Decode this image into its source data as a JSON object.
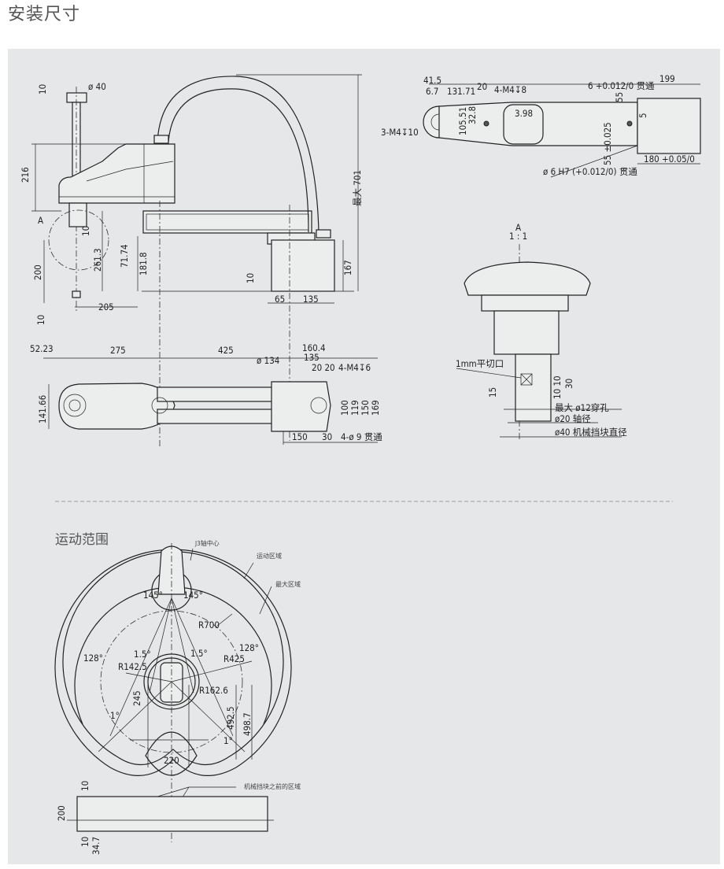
{
  "page_title": "安装尺寸",
  "motion_title": "运动范围",
  "side_view": {
    "d_10_top": "10",
    "d_phi40": "ø 40",
    "d_216": "216",
    "d_A": "A",
    "d_10_a": "10",
    "d_261_3": "261.3",
    "d_200": "200",
    "d_71_74": "71.74",
    "d_181_8": "181.8",
    "d_205": "205",
    "d_10_bottom": "10",
    "d_10_base": "10",
    "d_65": "65",
    "d_135": "135",
    "d_167": "167",
    "d_max701": "最大 701"
  },
  "top_view": {
    "d_52_23": "52.23",
    "d_275": "275",
    "d_425": "425",
    "d_160_4": "160.4",
    "d_135": "135",
    "d_phi134": "ø 134",
    "d_20_20": "20 20",
    "d_m4_6": "4-M4↧6",
    "d_141_66": "141.66",
    "d_100": "100",
    "d_119": "119",
    "d_150v": "150",
    "d_169": "169",
    "d_150": "150",
    "d_30": "30",
    "d_phi9": "4-ø 9 贯通"
  },
  "plan_view": {
    "d_41_5": "41.5",
    "d_6_7": "6.7",
    "d_131_71": "131.71",
    "d_20": "20",
    "d_m4_8": "4-M4↧8",
    "d_m4_10": "3-M4↧10",
    "d_105_51": "105.51",
    "d_32_8": "32.8",
    "d_3_98": "3.98",
    "d_6tol": "6 +0.012/0 贯通",
    "d_199": "199",
    "d_55a": "55",
    "d_5": "5",
    "d_55tol": "55 ±0.025",
    "d_180": "180 +0.05/0",
    "d_phi6": "ø 6 H7 (+0.012/0) 贯通"
  },
  "detail_a": {
    "label": "A",
    "scale": "1 : 1",
    "cut": "1mm平切口",
    "d_15": "15",
    "d_10_10": "10 10",
    "d_30": "30",
    "hole": "最大 ø12穿孔",
    "shaft": "ø20 轴径",
    "stopper": "ø40 机械挡块直径"
  },
  "motion_range": {
    "j3_center": "J3轴中心",
    "motion_area": "运动区域",
    "max_area": "最大区域",
    "a145_l": "145°",
    "a145_r": "145°",
    "r700": "R700",
    "a128_l": "128°",
    "a128_r": "128°",
    "a1_5_l": "1.5°",
    "a1_5_r": "1.5°",
    "r142_5": "R142.5",
    "r425": "R425",
    "r162_6": "R162.6",
    "d_245": "245",
    "a1_l": "1°",
    "a1_r": "1°",
    "d_492_5": "492.5",
    "d_498_7": "498.7",
    "d_220": "220",
    "stopper_area": "机械挡块之前的区域",
    "d_10_top": "10",
    "d_200": "200",
    "d_10_bottom": "10",
    "d_34_7": "34.7"
  }
}
